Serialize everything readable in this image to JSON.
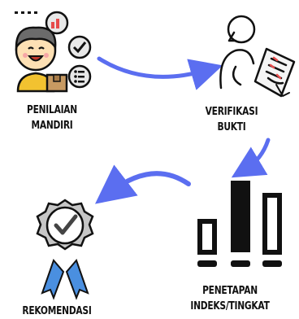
{
  "steps": [
    {
      "line1": "PENILAIAN",
      "line2": "MANDIRI"
    },
    {
      "line1": "VERIFIKASI",
      "line2": "BUKTI"
    },
    {
      "line1": "PENETAPAN",
      "line2": "INDEKS/TINGKAT"
    },
    {
      "line1": "REKOMENDASI",
      "line2": ""
    }
  ],
  "icons": [
    "self-assessment-person-icon",
    "document-verification-icon",
    "bar-chart-icon",
    "approval-badge-icon"
  ],
  "colors": {
    "arrow": "#5b6ef0",
    "text": "#111111",
    "skin": "#fde0b4",
    "hair": "#6b6b6b",
    "box": "#c79a62",
    "badge": "#c6c6c6",
    "ribbon": "#4a8fe0"
  }
}
